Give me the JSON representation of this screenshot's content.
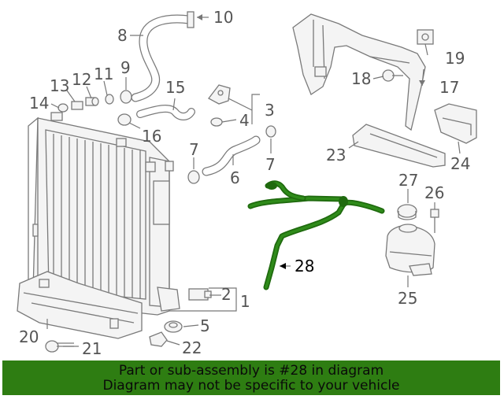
{
  "colors": {
    "highlight": "#1f6a0e",
    "banner": "#2e7d12",
    "part_stroke": "#7a7a7a",
    "callout_text": "#555555"
  },
  "callouts": {
    "c1": "1",
    "c2": "2",
    "c3": "3",
    "c4": "4",
    "c5": "5",
    "c6": "6",
    "c7a": "7",
    "c7b": "7",
    "c8": "8",
    "c9": "9",
    "c10": "10",
    "c11": "11",
    "c12": "12",
    "c13": "13",
    "c14": "14",
    "c15": "15",
    "c16": "16",
    "c17": "17",
    "c18": "18",
    "c19": "19",
    "c20": "20",
    "c21": "21",
    "c22": "22",
    "c23": "23",
    "c24": "24",
    "c25": "25",
    "c26": "26",
    "c27": "27",
    "c28": "28"
  },
  "banner": {
    "line1": "Part or sub-assembly is #28 in diagram",
    "line2": "Diagram may not be specific to your vehicle"
  }
}
